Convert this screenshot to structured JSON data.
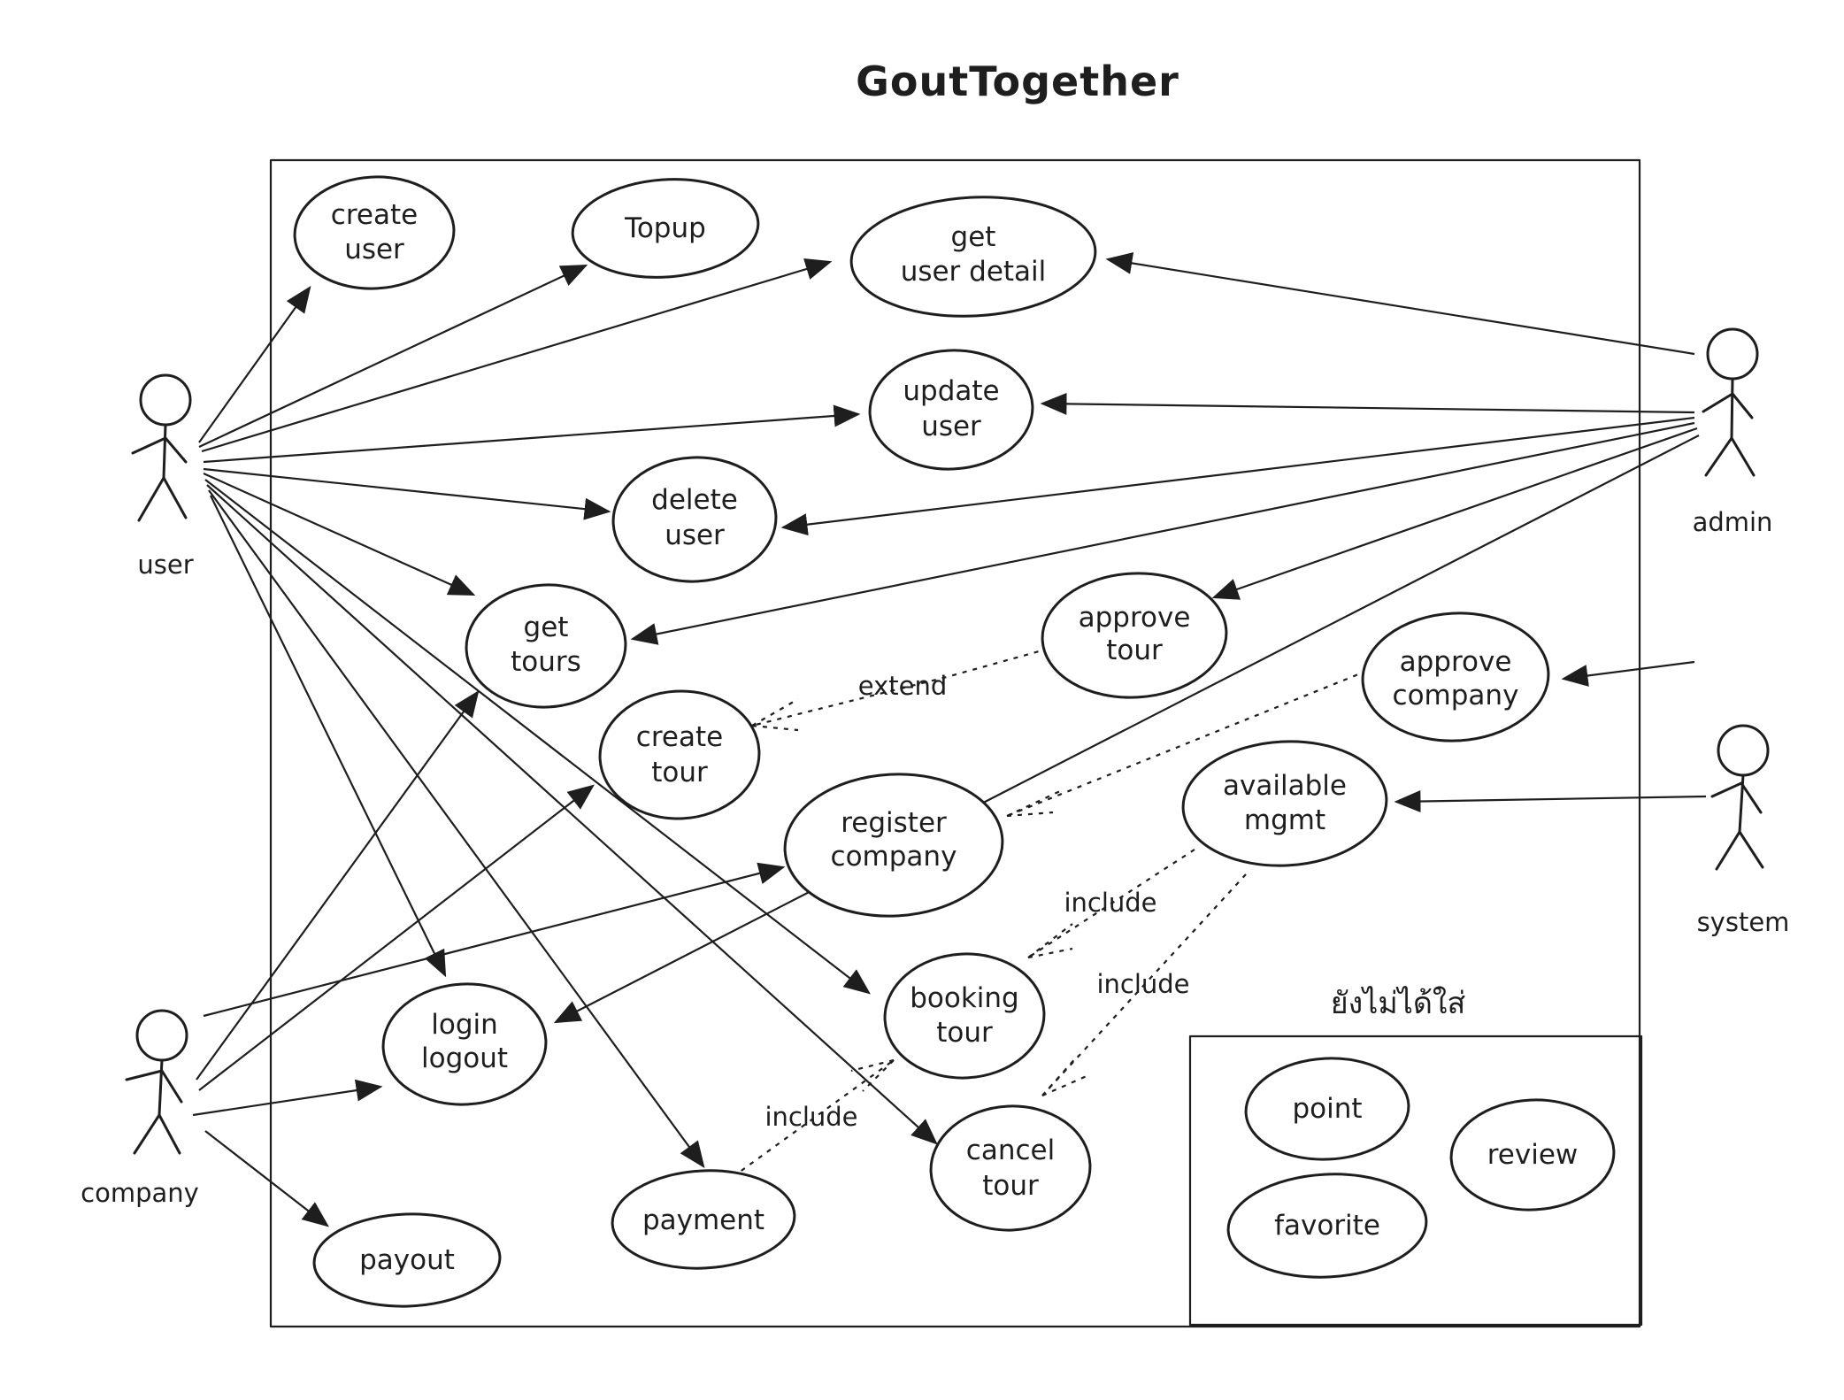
{
  "title": "GoutTogether",
  "actors": {
    "user": {
      "label": "user"
    },
    "admin": {
      "label": "admin"
    },
    "company": {
      "label": "company"
    },
    "system": {
      "label": "system"
    }
  },
  "use_cases": {
    "create_user": [
      "create",
      "user"
    ],
    "topup": [
      "Topup"
    ],
    "get_user_detail": [
      "get",
      "user detail"
    ],
    "update_user": [
      "update",
      "user"
    ],
    "delete_user": [
      "delete",
      "user"
    ],
    "get_tours": [
      "get",
      "tours"
    ],
    "approve_tour": [
      "approve",
      "tour"
    ],
    "approve_company": [
      "approve",
      "company"
    ],
    "create_tour": [
      "create",
      "tour"
    ],
    "register_company": [
      "register",
      "company"
    ],
    "available_mgmt": [
      "available",
      "mgmt"
    ],
    "booking_tour": [
      "booking",
      "tour"
    ],
    "login_logout": [
      "login",
      "logout"
    ],
    "cancel_tour": [
      "cancel",
      "tour"
    ],
    "payment": [
      "payment"
    ],
    "payout": [
      "payout"
    ],
    "point": [
      "point"
    ],
    "review": [
      "review"
    ],
    "favorite": [
      "favorite"
    ]
  },
  "relations": {
    "extend": "extend",
    "include_booking": "include",
    "include_cancel": "include",
    "include_payment": "include"
  },
  "group": {
    "label": "ยังไม่ได้ใส่"
  }
}
